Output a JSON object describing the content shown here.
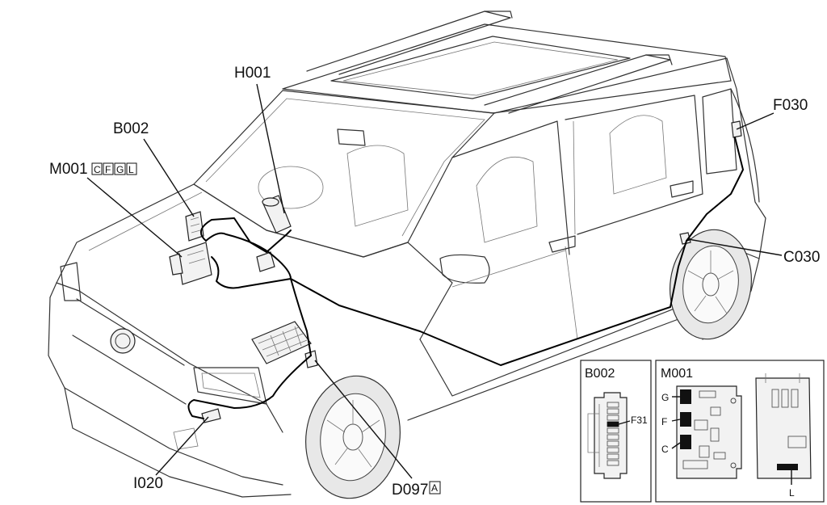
{
  "callouts": {
    "h001": "H001",
    "b002": "B002",
    "m001": "M001",
    "m001_tags": [
      "C",
      "F",
      "G",
      "L"
    ],
    "f030": "F030",
    "c030": "C030",
    "i020": "I020",
    "d097": "D097",
    "d097_tag": "A"
  },
  "detail_b002": {
    "title": "B002",
    "fuse": "F31"
  },
  "detail_m001": {
    "title": "M001",
    "connectors": [
      "G",
      "F",
      "C",
      "L"
    ]
  },
  "icon_names": [
    "fiat-logo-icon",
    "car-body-outline",
    "wiring-harness",
    "ecu-module-icon",
    "fuse-box-icon"
  ]
}
